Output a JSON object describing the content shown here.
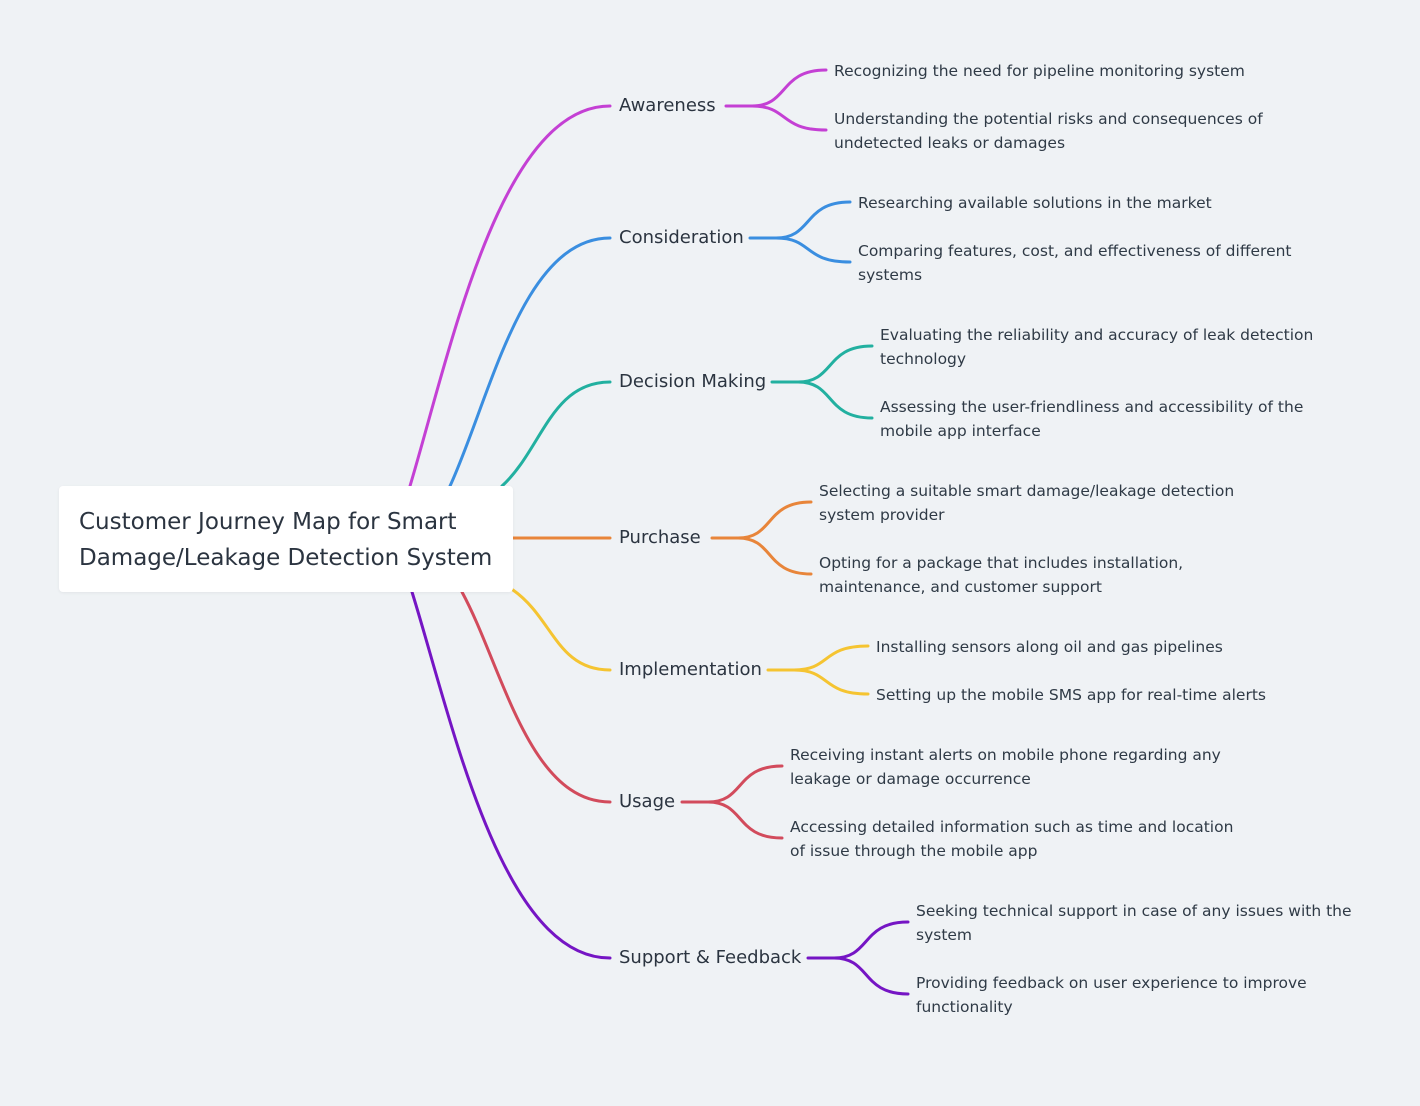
{
  "root": {
    "title_line1": "Customer Journey Map for Smart",
    "title_line2": "Damage/Leakage Detection System"
  },
  "stages": [
    {
      "label": "Awareness",
      "color": "#c440d4",
      "items": [
        "Recognizing the need for pipeline monitoring system",
        "Understanding the potential risks and consequences of undetected leaks or damages"
      ]
    },
    {
      "label": "Consideration",
      "color": "#3a8ee0",
      "items": [
        "Researching available solutions in the market",
        "Comparing features, cost, and effectiveness of different systems"
      ]
    },
    {
      "label": "Decision Making",
      "color": "#22b0a0",
      "items": [
        "Evaluating the reliability and accuracy of leak detection technology",
        "Assessing the user-friendliness and accessibility of the mobile app interface"
      ]
    },
    {
      "label": "Purchase",
      "color": "#e8853a",
      "items": [
        "Selecting a suitable smart damage/leakage detection system provider",
        "Opting for a package that includes installation, maintenance, and customer support"
      ]
    },
    {
      "label": "Implementation",
      "color": "#f5c431",
      "items": [
        "Installing sensors along oil and gas pipelines",
        "Setting up the mobile SMS app for real-time alerts"
      ]
    },
    {
      "label": "Usage",
      "color": "#d24b5c",
      "items": [
        "Receiving instant alerts on mobile phone regarding any leakage or damage occurrence",
        "Accessing detailed information such as time and location of issue through the mobile app"
      ]
    },
    {
      "label": "Support & Feedback",
      "color": "#7515c4",
      "items": [
        "Seeking technical support in case of any issues with the system",
        "Providing feedback on user experience to improve functionality"
      ]
    }
  ]
}
